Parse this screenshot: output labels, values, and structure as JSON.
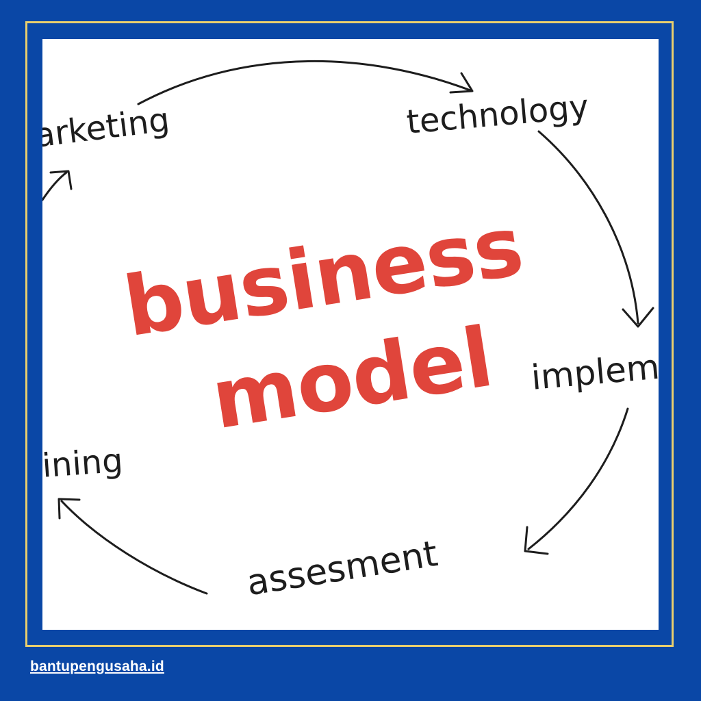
{
  "diagram": {
    "center_line_1": "business",
    "center_line_2": "model",
    "cycle_labels": {
      "marketing": "arketing",
      "technology": "technology",
      "implementation": "implem",
      "training": "ining",
      "assesment": "assesment"
    }
  },
  "footer": {
    "website": "bantupengusaha.id"
  },
  "colors": {
    "background": "#0a47a6",
    "frame_border": "#e9cf6d",
    "title_red": "#e0453b",
    "ink": "#1d1d1d",
    "paper": "#ffffff"
  }
}
